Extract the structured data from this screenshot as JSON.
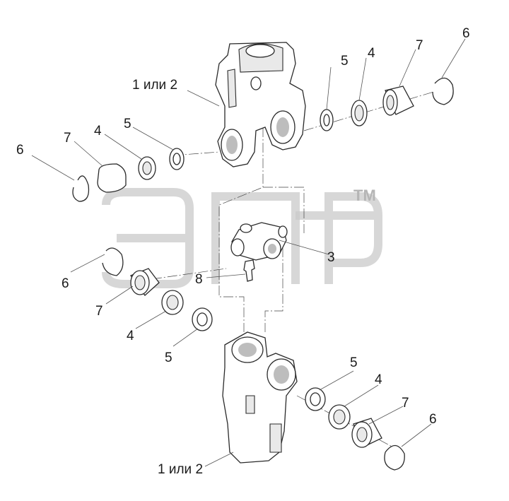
{
  "watermark": {
    "trademark": "TM"
  },
  "callouts": {
    "top_yoke": "1 или 2",
    "bottom_yoke": "1 или 2",
    "cross": "3",
    "fitting": "8",
    "tr_5": "5",
    "tr_4": "4",
    "tr_7": "7",
    "tr_6": "6",
    "tl_6": "6",
    "tl_7": "7",
    "tl_4": "4",
    "tl_5": "5",
    "ml_6": "6",
    "ml_7": "7",
    "ml_4": "4",
    "ml_5": "5",
    "br_5": "5",
    "br_4": "4",
    "br_7": "7",
    "br_6": "6"
  },
  "colors": {
    "line": "#2a2a2a",
    "watermark": "#c9c9c9",
    "label": "#1a1a1a"
  }
}
